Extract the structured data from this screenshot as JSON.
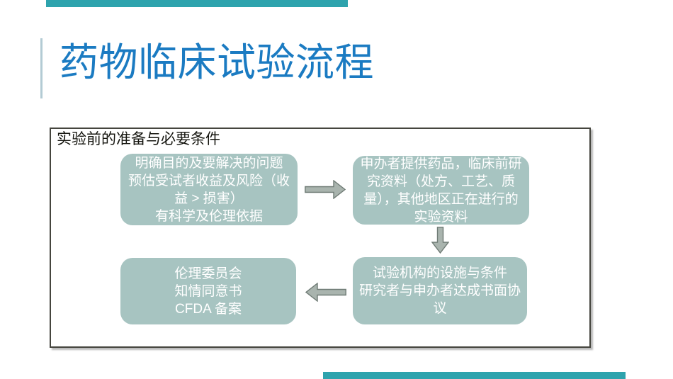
{
  "slide": {
    "title": "药物临床试验流程"
  },
  "diagram": {
    "section_label": "实验前的准备与必要条件",
    "nodes": [
      {
        "id": "node-1",
        "text": "明确目的及要解决的问题\n预估受试者收益及风险（收\n益 > 损害）\n有科学及伦理依据"
      },
      {
        "id": "node-2",
        "text": "申办者提供药品，临床前研\n究资料（处方、工艺、质\n量），其他地区正在进行的\n实验资料"
      },
      {
        "id": "node-3",
        "text": "试验机构的设施与条件\n研究者与申办者达成书面协\n议"
      },
      {
        "id": "node-4",
        "text": "伦理委员会\n知情同意书\nCFDA 备案"
      }
    ],
    "flow_arrows": [
      {
        "from": "node-1",
        "to": "node-2",
        "direction": "right"
      },
      {
        "from": "node-2",
        "to": "node-3",
        "direction": "down"
      },
      {
        "from": "node-3",
        "to": "node-4",
        "direction": "left"
      }
    ]
  },
  "colors": {
    "title_blue": "#1b7bc2",
    "accent_line_blue": "#b3cbd4",
    "deco_bar_teal": "#2ea3ad",
    "node_fill_teal": "#a7c4c1",
    "node_text": "#ffffff",
    "arrow_fill": "#a9b4ae",
    "arrow_stroke": "#6f7b75",
    "frame_border": "#45453e"
  }
}
